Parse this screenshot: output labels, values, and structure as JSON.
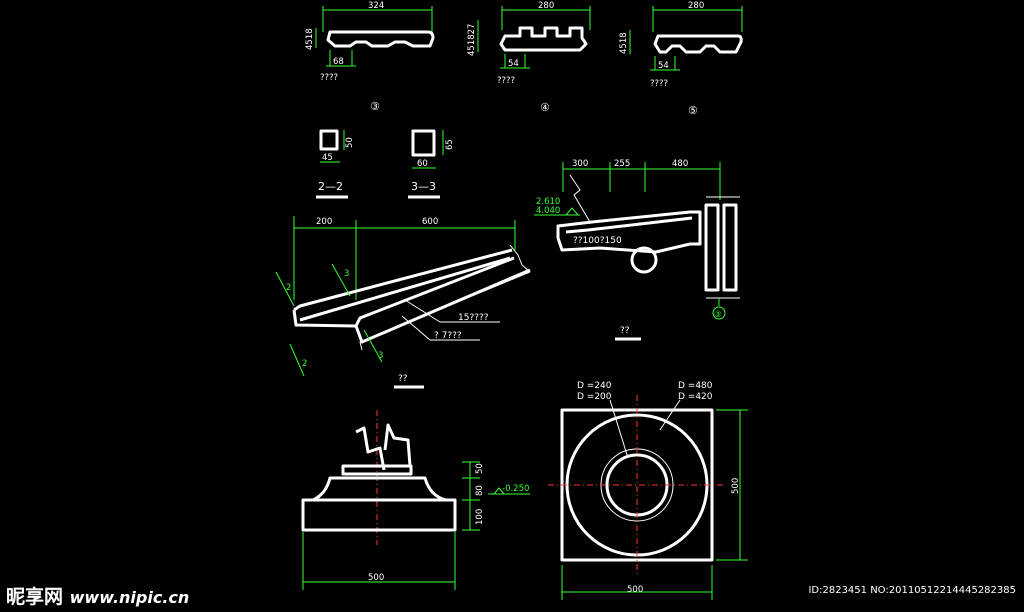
{
  "sections": {
    "s3": {
      "width": "324",
      "heights": "4518",
      "foot": "68",
      "note": "????",
      "marker": "③"
    },
    "s4": {
      "width": "280",
      "heights": "451827",
      "foot": "54",
      "note": "????",
      "marker": "④"
    },
    "s5": {
      "width": "280",
      "heights": "4518",
      "foot": "54",
      "note": "????",
      "marker": "⑤"
    }
  },
  "small_sections": {
    "a": {
      "h": "50",
      "w": "45",
      "label": "2—2"
    },
    "b": {
      "h": "65",
      "w": "60",
      "label": "3—3"
    }
  },
  "stair": {
    "dim_left": "200",
    "dim_right": "600",
    "cut_2a": "2",
    "cut_2b": "2",
    "cut_3a": "3",
    "cut_3b": "3",
    "note_upper": "15????",
    "note_lower": "? 7???",
    "caption": "??"
  },
  "cantilever": {
    "dims": [
      "300",
      "255",
      "480"
    ],
    "elev1": "2.610",
    "elev2": "4.040",
    "note": "??100?150",
    "marker": "③",
    "caption": "??"
  },
  "base_elev": {
    "dims": [
      "50",
      "80",
      "100"
    ],
    "level": "-0.250",
    "width": "500"
  },
  "base_plan": {
    "d1": "D =240",
    "d2": "D =200",
    "d3": "D =480",
    "d4": "D =420",
    "width": "500",
    "height": "500"
  },
  "footer": {
    "logo": "昵享网",
    "url": "www.nipic.cn",
    "id": "ID:2823451 NO:20110512214445282385"
  }
}
